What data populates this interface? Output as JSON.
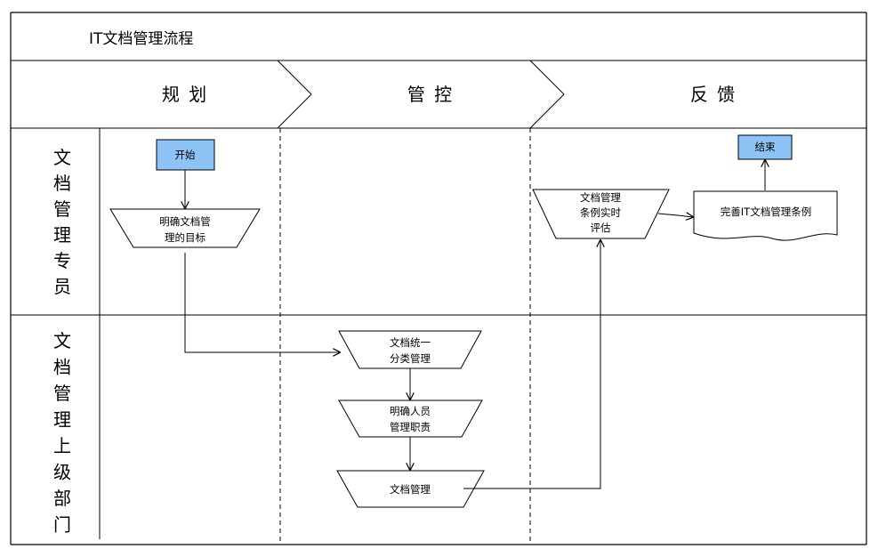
{
  "title": "IT文档管理流程",
  "phases": [
    "规 划",
    "管 控",
    "反 馈"
  ],
  "lanes": [
    {
      "label": "文档管理专员"
    },
    {
      "label": "文档管理上级部门"
    }
  ],
  "nodes": {
    "start": "开始",
    "goal": [
      "明确文档管",
      "理的目标"
    ],
    "classify": [
      "文档统一",
      "分类管理"
    ],
    "duty": [
      "明确人员",
      "管理职责"
    ],
    "manage": [
      "文档管理"
    ],
    "evaluate": [
      "文档管理",
      "条例实时",
      "评估"
    ],
    "improve": "完善IT文档管理条例",
    "end": "结束"
  },
  "colors": {
    "terminal_fill": "#8dc3f5",
    "line": "#000000",
    "background": "#ffffff"
  }
}
